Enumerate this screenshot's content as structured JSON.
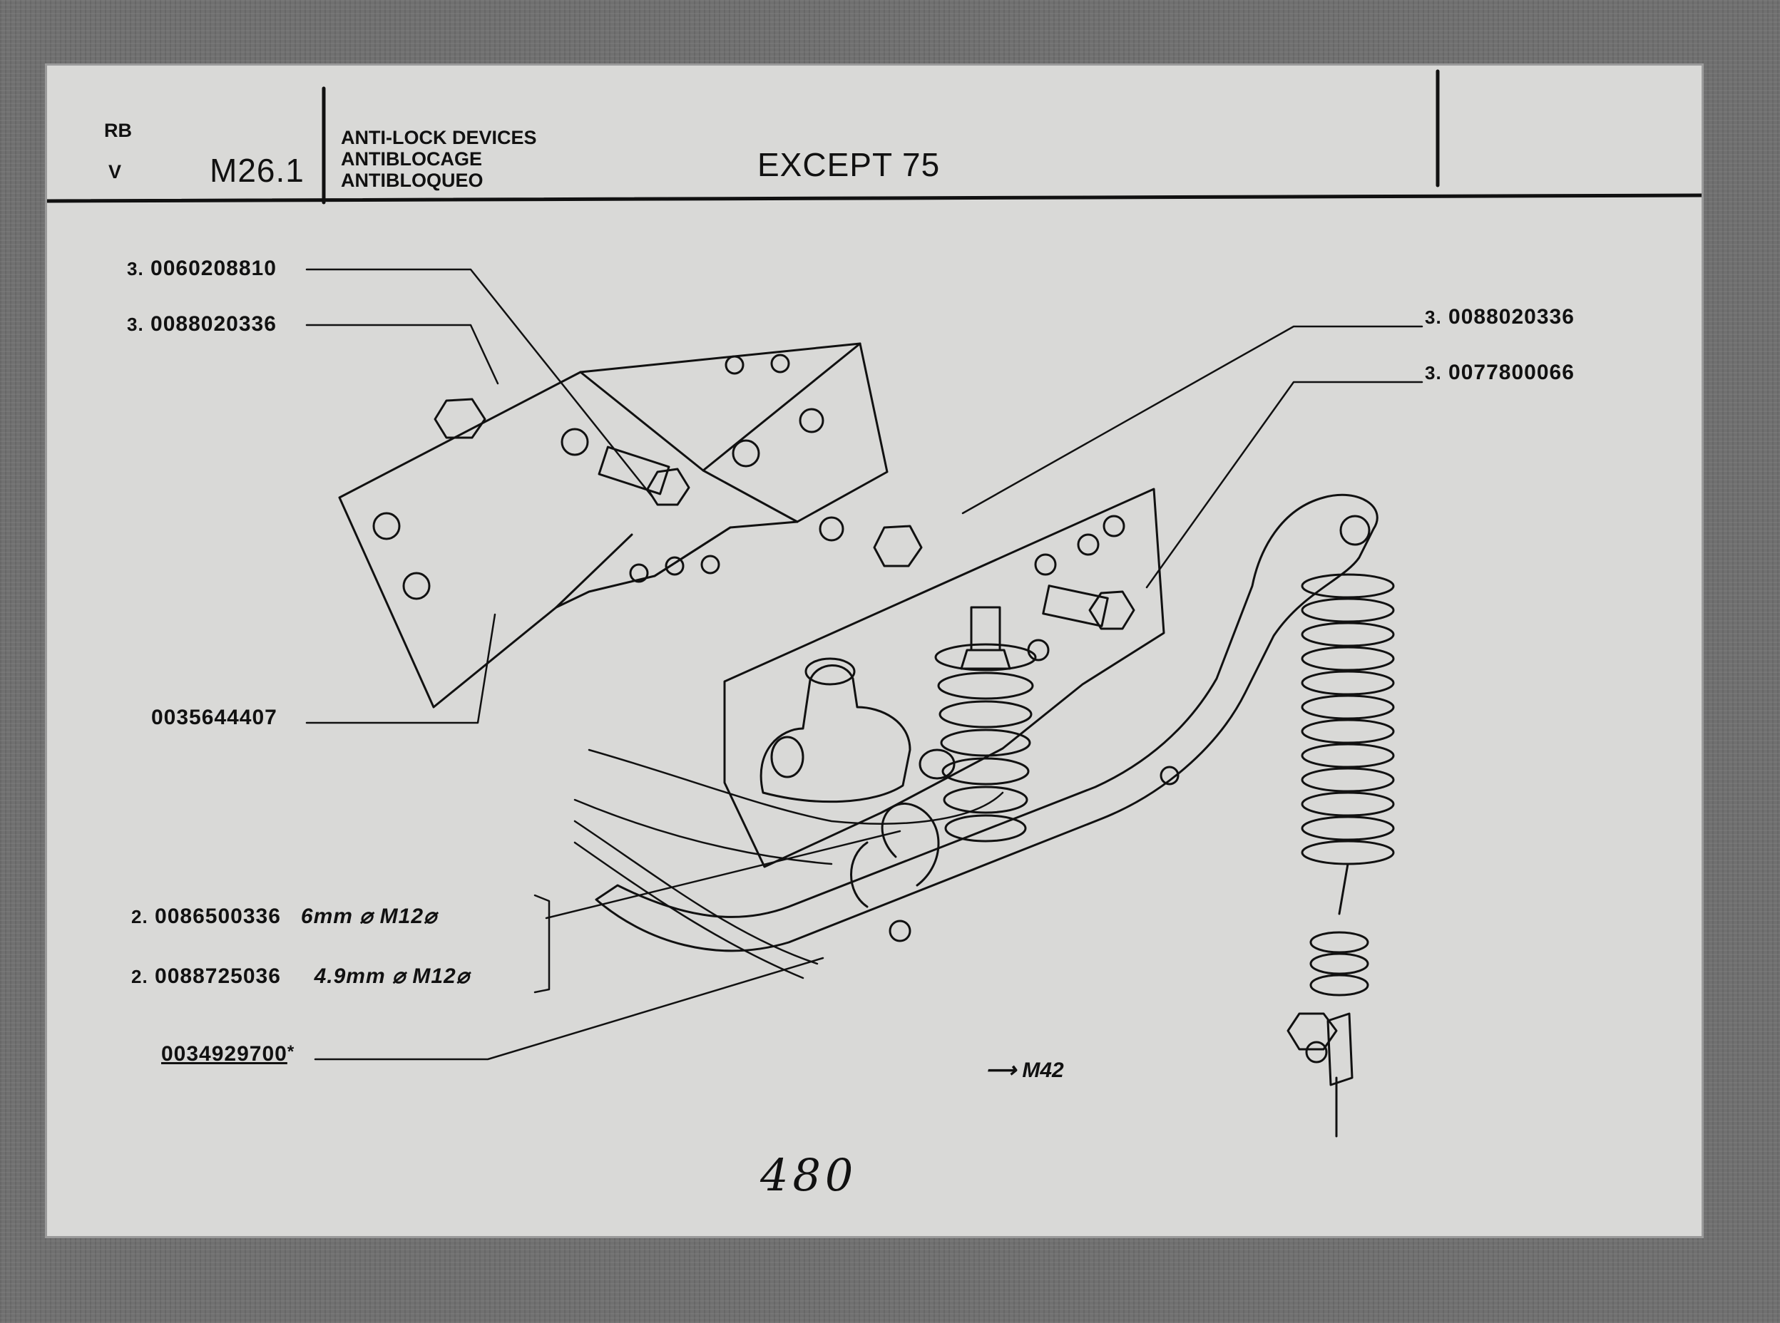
{
  "header": {
    "model_code": "RB",
    "variant": "V",
    "group_code": "M26.1",
    "titles": [
      "ANTI-LOCK DEVICES",
      "ANTIBLOCAGE",
      "ANTIBLOQUEO"
    ],
    "applicability": "EXCEPT 75"
  },
  "callouts": [
    {
      "qty": "3.",
      "part": "0060208810"
    },
    {
      "qty": "3.",
      "part": "0088020336"
    },
    {
      "qty": "3.",
      "part": "0088020336"
    },
    {
      "qty": "3.",
      "part": "0077800066"
    },
    {
      "qty": "",
      "part": "0035644407"
    },
    {
      "qty": "2.",
      "part": "0086500336",
      "note": "6mm ⌀ M12⌀"
    },
    {
      "qty": "2.",
      "part": "0088725036",
      "note": "4.9mm ⌀ M12⌀"
    },
    {
      "qty": "",
      "part": "0034929700",
      "mark": "*"
    }
  ],
  "reference": {
    "arrow": "⟶",
    "target": "M42"
  },
  "page_number": "480",
  "colors": {
    "paper": "#d9d9d7",
    "ink": "#111111",
    "background": "#707070"
  }
}
